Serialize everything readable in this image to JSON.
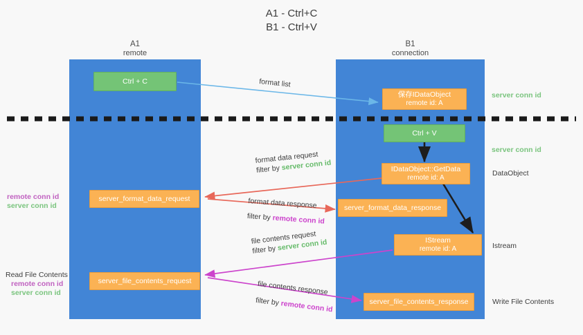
{
  "title": {
    "line1": "A1 - Ctrl+C",
    "line2": "B1 - Ctrl+V"
  },
  "columns": [
    {
      "name": "A1",
      "sub": "remote"
    },
    {
      "name": "B1",
      "sub": "connection"
    }
  ],
  "nodes": [
    {
      "id": "ctrl-c",
      "label": "Ctrl + C",
      "sub": "",
      "color": "green"
    },
    {
      "id": "save-idataobject",
      "label": "保存IDataObject",
      "sub": "remote id: A",
      "color": "orange"
    },
    {
      "id": "ctrl-v",
      "label": "Ctrl + V",
      "sub": "",
      "color": "green"
    },
    {
      "id": "idataobject-getdata",
      "label": "IDataObject::GetData",
      "sub": "remote id: A",
      "color": "orange"
    },
    {
      "id": "server-format-data-request",
      "label": "server_format_data_request",
      "sub": "",
      "color": "orange"
    },
    {
      "id": "server-format-data-response",
      "label": "server_format_data_response",
      "sub": "",
      "color": "orange"
    },
    {
      "id": "istream",
      "label": "IStream",
      "sub": "remote id: A",
      "color": "orange"
    },
    {
      "id": "server-file-contents-request",
      "label": "server_file_contents_request",
      "sub": "",
      "color": "orange"
    },
    {
      "id": "server-file-contents-response",
      "label": "server_file_contents_response",
      "sub": "",
      "color": "orange"
    }
  ],
  "edge_labels": {
    "format_list": "format list",
    "format_data_request": "format data request",
    "format_data_request_filter_prefix": "filter by ",
    "format_data_request_filter_value": "server conn id",
    "format_data_response": "format data response",
    "format_data_response_filter_prefix": "filter by ",
    "format_data_response_filter_value": "remote conn id",
    "file_contents_request": "file contents request",
    "file_contents_request_filter_prefix": "filter by ",
    "file_contents_request_filter_value": "server conn id",
    "file_contents_response": "file contents response",
    "file_contents_response_filter_prefix": "filter by ",
    "file_contents_response_filter_value": "remote conn id"
  },
  "right_annotations": [
    {
      "id": "server-conn-id-top",
      "text": "server conn id",
      "style": "green"
    },
    {
      "id": "server-conn-id-mid",
      "text": "server conn id",
      "style": "green"
    },
    {
      "id": "dataobject",
      "text": "DataObject",
      "style": "plain"
    },
    {
      "id": "istream-label",
      "text": "Istream",
      "style": "plain"
    },
    {
      "id": "write-file-contents",
      "text": "Write File Contents",
      "style": "plain"
    }
  ],
  "left_annotations": [
    {
      "id": "conn-ids-format",
      "title": "",
      "remote": "remote conn id",
      "server": "server conn id"
    },
    {
      "id": "read-file-contents",
      "title": "Read File Contents",
      "remote": "remote conn id",
      "server": "server conn id"
    }
  ],
  "colors": {
    "column": "#4285d6",
    "green_box": "#74c476",
    "orange_box": "#fbb254",
    "green_text": "#66bb6a",
    "magenta_text": "#cc44cc",
    "blue_arrow": "#6bb7e8",
    "red_arrow": "#e8685a",
    "black_arrow": "#222222",
    "divider": "#1a1a1a",
    "background": "#f8f8f8"
  }
}
